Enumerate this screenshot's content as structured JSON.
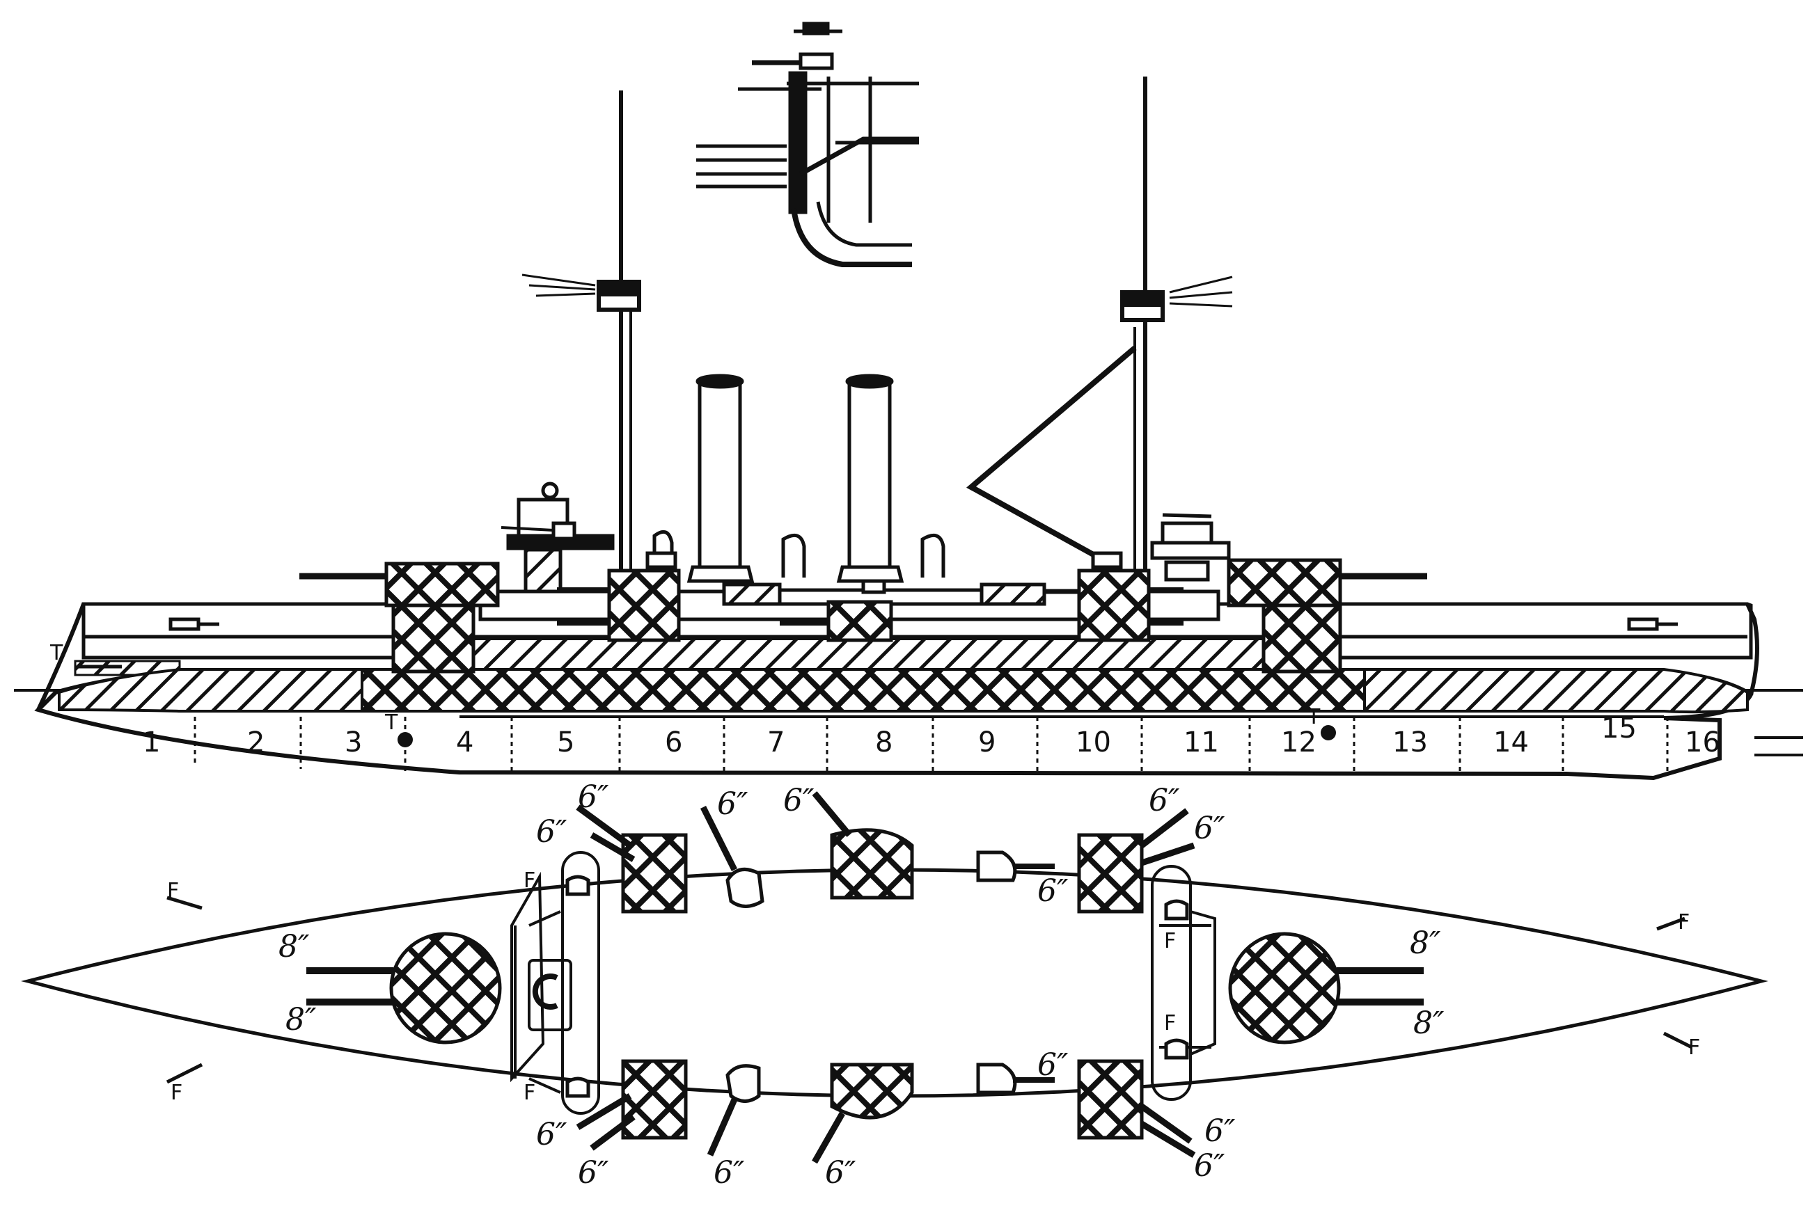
{
  "compartments": [
    "1",
    "2",
    "3",
    "4",
    "5",
    "6",
    "7",
    "8",
    "9",
    "10",
    "11",
    "12",
    "13",
    "14",
    "15",
    "16"
  ],
  "torpedo_marks": [
    "T",
    "T",
    "T"
  ],
  "plan_labels": {
    "main_gun": "8″",
    "secondary_gun": "6″",
    "fire_control": "F"
  },
  "colors": {
    "ink": "#111111",
    "paper": "#ffffff"
  }
}
